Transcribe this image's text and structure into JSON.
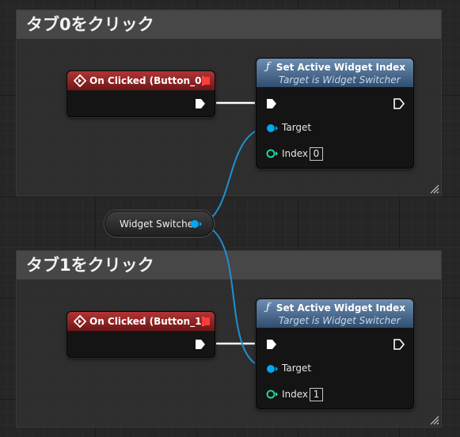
{
  "comments": [
    {
      "title": "タブ0をクリック"
    },
    {
      "title": "タブ1をクリック"
    }
  ],
  "event_nodes": [
    {
      "title": "On Clicked (Button_0)",
      "icon": "event-diamond-icon"
    },
    {
      "title": "On Clicked (Button_1)",
      "icon": "event-diamond-icon"
    }
  ],
  "function_nodes": [
    {
      "title": "Set Active Widget Index",
      "subtitle": "Target is Widget Switcher",
      "icon": "function-f-icon",
      "target_label": "Target",
      "index_label": "Index",
      "index_value": "0"
    },
    {
      "title": "Set Active Widget Index",
      "subtitle": "Target is Widget Switcher",
      "icon": "function-f-icon",
      "target_label": "Target",
      "index_label": "Index",
      "index_value": "1"
    }
  ],
  "variable_node": {
    "label": "Widget Switcher"
  },
  "colors": {
    "exec": "#ffffff",
    "object_pin": "#00a8f0",
    "int_pin": "#1fe0ae",
    "event_header": "#b23434",
    "function_header": "#4e6f94",
    "wire_object": "#1e90d0"
  }
}
